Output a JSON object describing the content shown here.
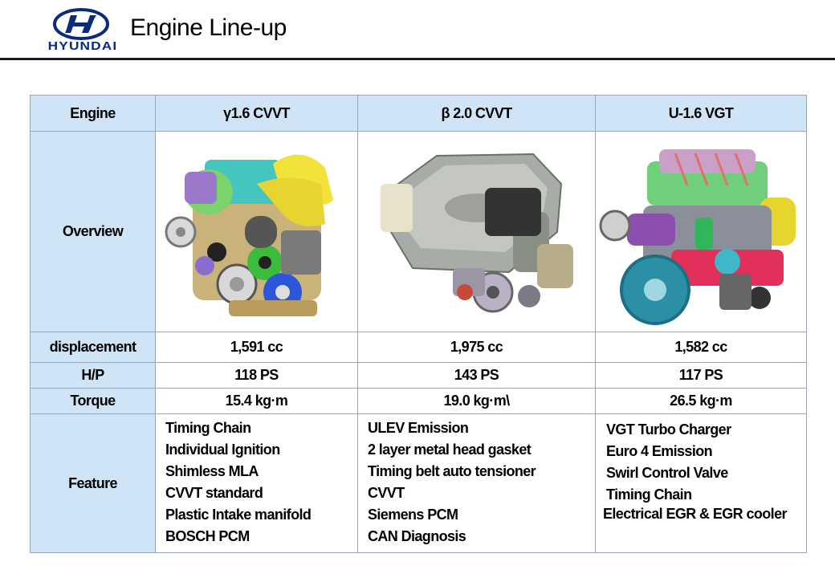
{
  "header": {
    "brand": "HYUNDAI",
    "title": "Engine Line-up"
  },
  "table": {
    "headers": [
      "Engine",
      "γ1.6 CVVT",
      "β 2.0 CVVT",
      "U-1.6 VGT"
    ],
    "overview_label": "Overview",
    "rows": [
      {
        "label": "displacement",
        "values": [
          "1,591 cc",
          "1,975 cc",
          "1,582 cc"
        ]
      },
      {
        "label": "H/P",
        "values": [
          "118 PS",
          "143 PS",
          "117 PS"
        ]
      },
      {
        "label": "Torque",
        "values": [
          "15.4 kg·m",
          "19.0 kg·m\\",
          "26.5 kg·m"
        ]
      }
    ],
    "feature_label": "Feature",
    "features": [
      [
        "Timing Chain",
        "Individual Ignition",
        "Shimless MLA",
        "CVVT standard",
        "Plastic Intake manifold",
        "BOSCH PCM"
      ],
      [
        "ULEV Emission",
        "2 layer metal head gasket",
        "Timing belt auto tensioner",
        "CVVT",
        "Siemens PCM",
        "CAN Diagnosis"
      ],
      [
        "VGT Turbo Charger",
        "Euro 4 Emission",
        "Swirl Control Valve",
        "Timing Chain",
        "Electrical EGR & EGR cooler"
      ]
    ]
  },
  "colors": {
    "header_fill": "#cfe4f7",
    "border": "#9aa6b8",
    "brand": "#0a2a7a"
  }
}
